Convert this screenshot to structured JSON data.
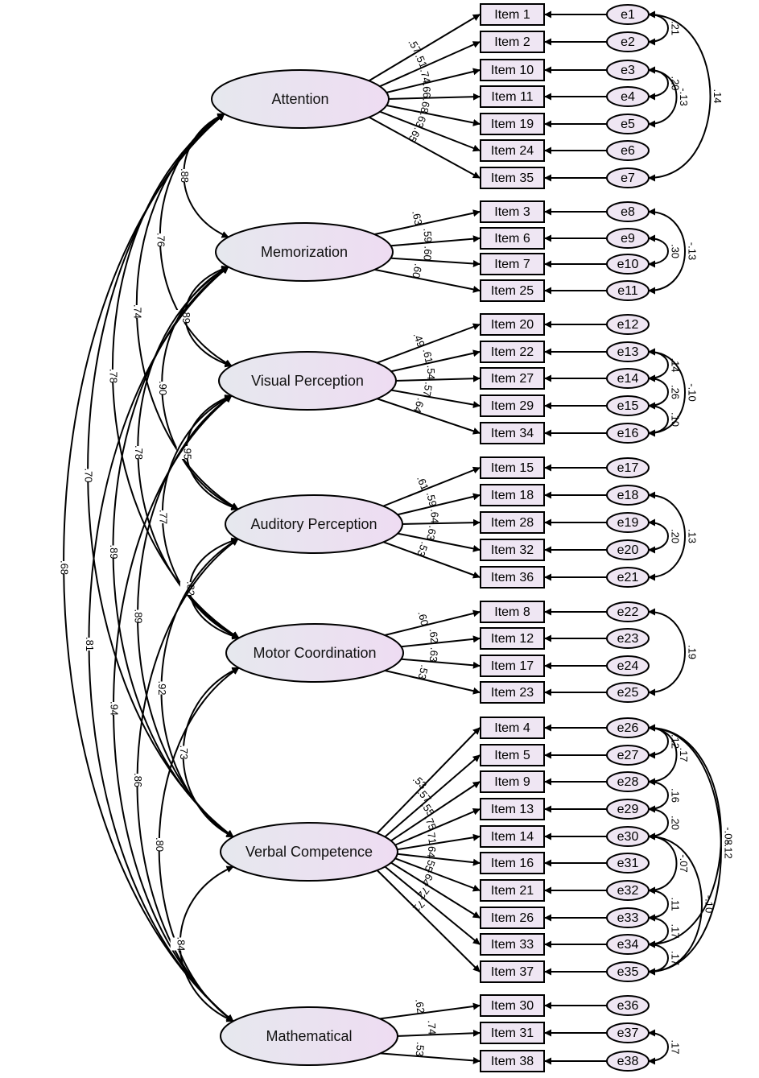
{
  "factors": [
    {
      "id": "attention",
      "label": "Attention",
      "items": [
        "Item 1",
        "Item 2",
        "Item 10",
        "Item 11",
        "Item 19",
        "Item 24",
        "Item 35"
      ],
      "loadings": [
        ".57",
        ".51",
        ".74",
        ".66",
        ".68",
        ".63",
        ".65"
      ]
    },
    {
      "id": "memorization",
      "label": "Memorization",
      "items": [
        "Item 3",
        "Item 6",
        "Item 7",
        "Item 25"
      ],
      "loadings": [
        ".63",
        ".59",
        ".60",
        ".60"
      ]
    },
    {
      "id": "visual-perception",
      "label": "Visual Perception",
      "items": [
        "Item 20",
        "Item 22",
        "Item 27",
        "Item 29",
        "Item 34"
      ],
      "loadings": [
        ".49",
        ".61",
        ".54",
        ".57",
        ".64"
      ]
    },
    {
      "id": "auditory-perception",
      "label": "Auditory Perception",
      "items": [
        "Item 15",
        "Item 18",
        "Item 28",
        "Item 32",
        "Item 36"
      ],
      "loadings": [
        ".61",
        ".59",
        ".64",
        ".63",
        ".53"
      ]
    },
    {
      "id": "motor-coordination",
      "label": "Motor Coordination",
      "items": [
        "Item 8",
        "Item 12",
        "Item 17",
        "Item 23"
      ],
      "loadings": [
        ".60",
        ".62",
        ".63",
        ".53"
      ]
    },
    {
      "id": "verbal-competence",
      "label": "Verbal Competence",
      "items": [
        "Item 4",
        "Item 5",
        "Item 9",
        "Item 13",
        "Item 14",
        "Item 16",
        "Item 21",
        "Item 26",
        "Item 33",
        "Item 37"
      ],
      "loadings": [
        ".53",
        ".57",
        ".55",
        ".75",
        ".71",
        ".64",
        ".55",
        ".64",
        ".72",
        ".71"
      ]
    },
    {
      "id": "mathematical",
      "label": "Mathematical",
      "items": [
        "Item 30",
        "Item 31",
        "Item 38"
      ],
      "loadings": [
        ".62",
        ".74",
        ".53"
      ]
    }
  ],
  "errors": [
    "e1",
    "e2",
    "e3",
    "e4",
    "e5",
    "e6",
    "e7",
    "e8",
    "e9",
    "e10",
    "e11",
    "e12",
    "e13",
    "e14",
    "e15",
    "e16",
    "e17",
    "e18",
    "e19",
    "e20",
    "e21",
    "e22",
    "e23",
    "e24",
    "e25",
    "e26",
    "e27",
    "e28",
    "e29",
    "e30",
    "e31",
    "e32",
    "e33",
    "e34",
    "e35",
    "e36",
    "e37",
    "e38"
  ],
  "factor_correlations": [
    {
      "from": 0,
      "to": 1,
      "value": ".88"
    },
    {
      "from": 0,
      "to": 2,
      "value": ".76"
    },
    {
      "from": 0,
      "to": 3,
      "value": ".74"
    },
    {
      "from": 0,
      "to": 4,
      "value": ".78"
    },
    {
      "from": 0,
      "to": 5,
      "value": ".70"
    },
    {
      "from": 0,
      "to": 6,
      "value": ".68"
    },
    {
      "from": 1,
      "to": 2,
      "value": ".89"
    },
    {
      "from": 1,
      "to": 3,
      "value": ".90"
    },
    {
      "from": 1,
      "to": 4,
      "value": ".78"
    },
    {
      "from": 1,
      "to": 5,
      "value": ".89"
    },
    {
      "from": 1,
      "to": 6,
      "value": ".81"
    },
    {
      "from": 2,
      "to": 3,
      "value": ".95"
    },
    {
      "from": 2,
      "to": 4,
      "value": ".77"
    },
    {
      "from": 2,
      "to": 5,
      "value": ".89"
    },
    {
      "from": 2,
      "to": 6,
      "value": ".94"
    },
    {
      "from": 3,
      "to": 4,
      "value": ".82"
    },
    {
      "from": 3,
      "to": 5,
      "value": ".92"
    },
    {
      "from": 3,
      "to": 6,
      "value": ".86"
    },
    {
      "from": 4,
      "to": 5,
      "value": ".73"
    },
    {
      "from": 4,
      "to": 6,
      "value": ".80"
    },
    {
      "from": 5,
      "to": 6,
      "value": ".84"
    }
  ],
  "error_covariances": [
    {
      "from": 0,
      "to": 1,
      "value": ".21"
    },
    {
      "from": 0,
      "to": 6,
      "value": ".14"
    },
    {
      "from": 2,
      "to": 3,
      "value": ".20"
    },
    {
      "from": 2,
      "to": 4,
      "value": "-.13"
    },
    {
      "from": 8,
      "to": 9,
      "value": ".30"
    },
    {
      "from": 7,
      "to": 10,
      "value": "-.13"
    },
    {
      "from": 12,
      "to": 13,
      "value": ".14"
    },
    {
      "from": 13,
      "to": 14,
      "value": ".26"
    },
    {
      "from": 14,
      "to": 15,
      "value": ".10"
    },
    {
      "from": 12,
      "to": 15,
      "value": "-.10"
    },
    {
      "from": 18,
      "to": 19,
      "value": ".20"
    },
    {
      "from": 17,
      "to": 20,
      "value": ".13"
    },
    {
      "from": 21,
      "to": 24,
      "value": ".19"
    },
    {
      "from": 25,
      "to": 26,
      "value": ".12"
    },
    {
      "from": 25,
      "to": 27,
      "value": ".17"
    },
    {
      "from": 27,
      "to": 28,
      "value": ".16"
    },
    {
      "from": 28,
      "to": 29,
      "value": ".20"
    },
    {
      "from": 29,
      "to": 31,
      "value": "-.07"
    },
    {
      "from": 25,
      "to": 33,
      "value": "-.08"
    },
    {
      "from": 25,
      "to": 34,
      "value": "-.12"
    },
    {
      "from": 31,
      "to": 32,
      "value": ".11"
    },
    {
      "from": 29,
      "to": 34,
      "value": "-.10"
    },
    {
      "from": 32,
      "to": 33,
      "value": ".17"
    },
    {
      "from": 33,
      "to": 34,
      "value": ".17"
    },
    {
      "from": 36,
      "to": 37,
      "value": ".17"
    }
  ]
}
